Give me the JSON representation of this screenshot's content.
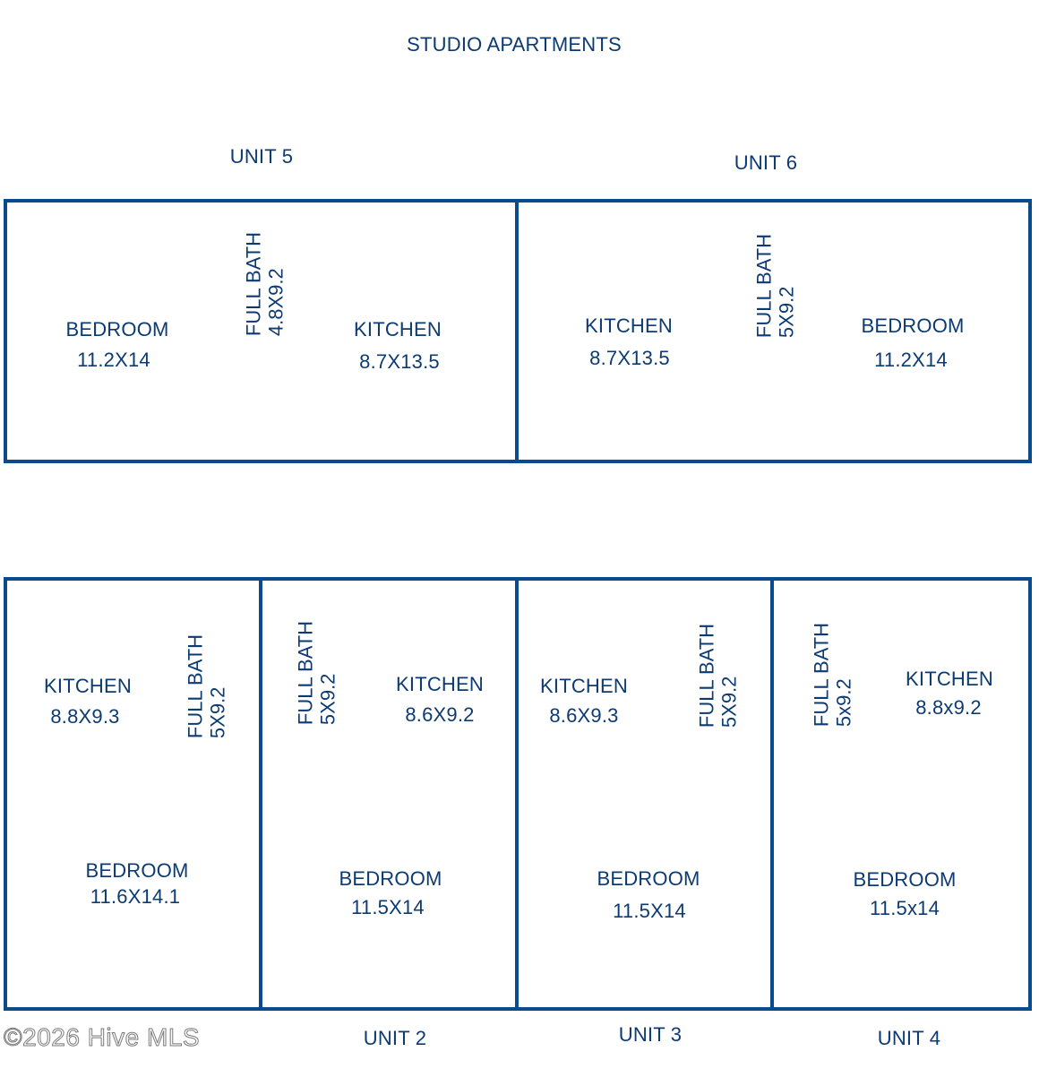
{
  "title": "STUDIO APARTMENTS",
  "top_units": {
    "unit5_label": "UNIT 5",
    "unit6_label": "UNIT 6",
    "unit5": {
      "bedroom": {
        "name": "BEDROOM",
        "size": "11.2X14"
      },
      "bath": {
        "name": "FULL BATH",
        "size": "4.8X9.2"
      },
      "kitchen": {
        "name": "KITCHEN",
        "size": "8.7X13.5"
      }
    },
    "unit6": {
      "kitchen": {
        "name": "KITCHEN",
        "size": "8.7X13.5"
      },
      "bath": {
        "name": "FULL BATH",
        "size": "5X9.2"
      },
      "bedroom": {
        "name": "BEDROOM",
        "size": "11.2X14"
      }
    }
  },
  "bottom_units": {
    "unit1": {
      "kitchen": {
        "name": "KITCHEN",
        "size": "8.8X9.3"
      },
      "bath": {
        "name": "FULL BATH",
        "size": "5X9.2"
      },
      "bedroom": {
        "name": "BEDROOM",
        "size": "11.6X14.1"
      }
    },
    "unit2": {
      "label": "UNIT 2",
      "bath": {
        "name": "FULL BATH",
        "size": "5X9.2"
      },
      "kitchen": {
        "name": "KITCHEN",
        "size": "8.6X9.2"
      },
      "bedroom": {
        "name": "BEDROOM",
        "size": "11.5X14"
      }
    },
    "unit3": {
      "label": "UNIT 3",
      "kitchen": {
        "name": "KITCHEN",
        "size": "8.6X9.3"
      },
      "bath": {
        "name": "FULL BATH",
        "size": "5X9.2"
      },
      "bedroom": {
        "name": "BEDROOM",
        "size": "11.5X14"
      }
    },
    "unit4": {
      "label": "UNIT 4",
      "bath": {
        "name": "FULL BATH",
        "size": "5x9.2"
      },
      "kitchen": {
        "name": "KITCHEN",
        "size": "8.8x9.2"
      },
      "bedroom": {
        "name": "BEDROOM",
        "size": "11.5x14"
      }
    }
  },
  "watermark": "©2026 Hive MLS",
  "colors": {
    "line": "#0b4a8c",
    "text": "#0c3b73"
  }
}
